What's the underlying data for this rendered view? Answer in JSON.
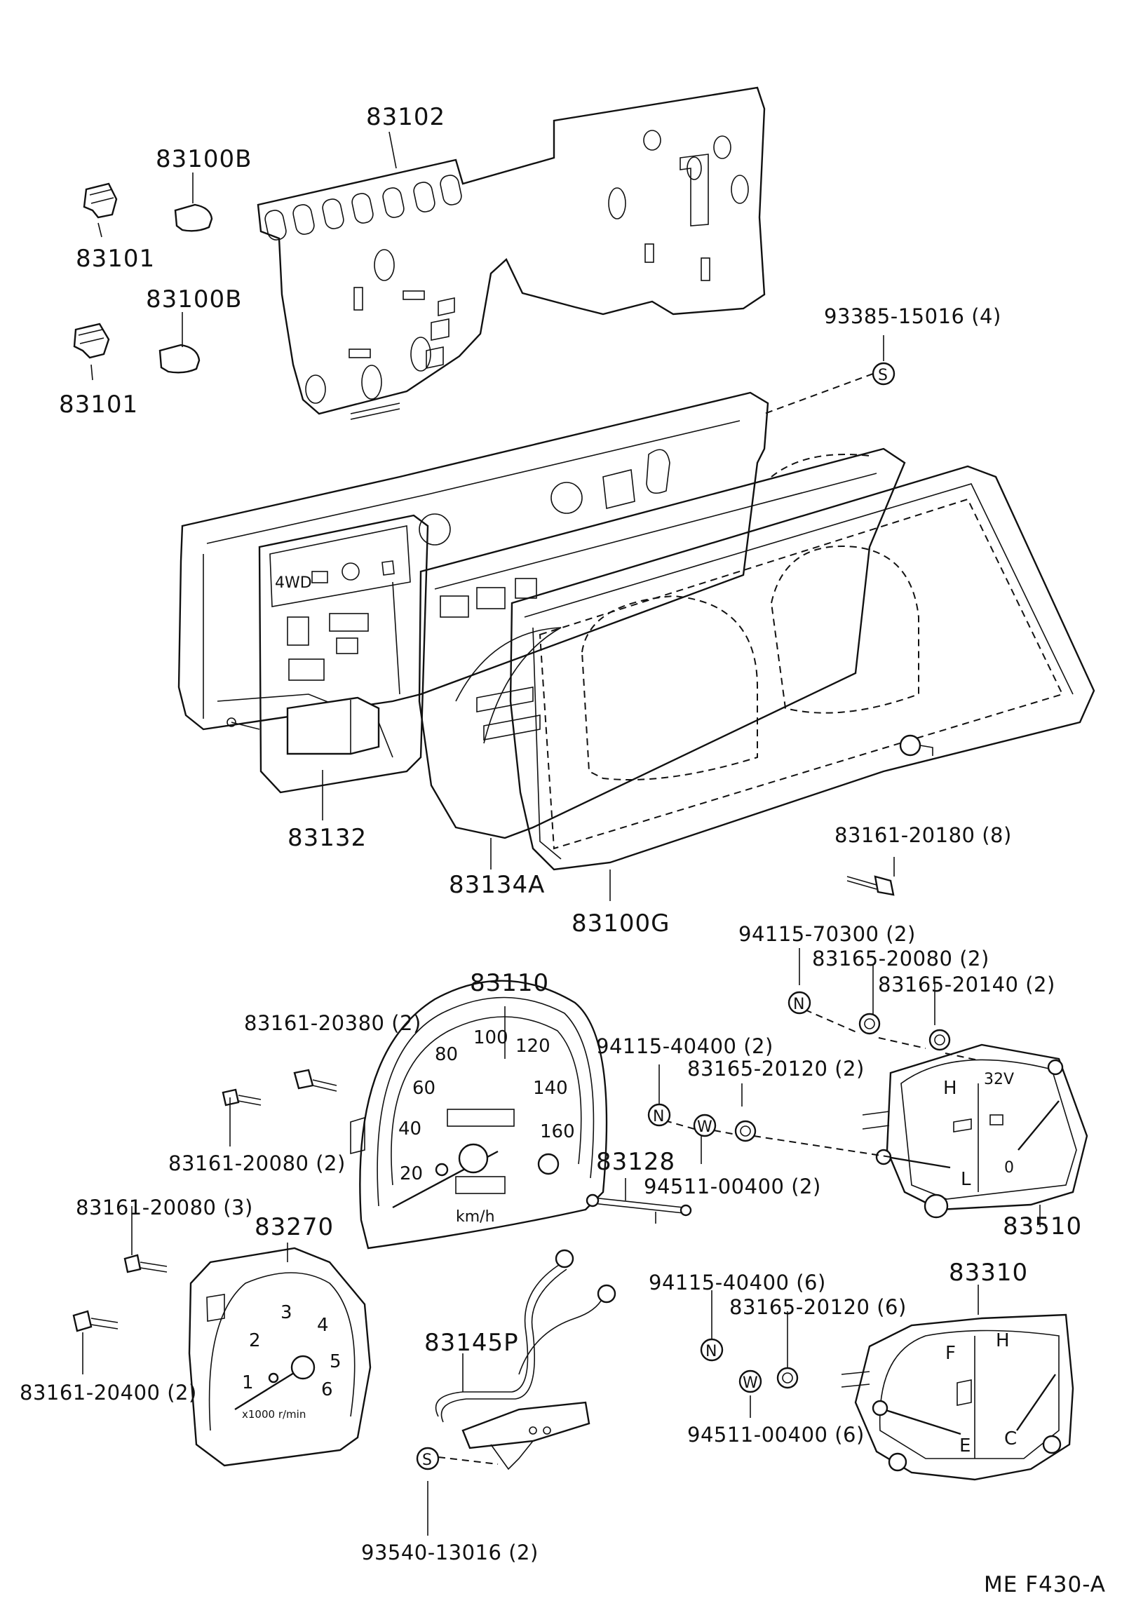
{
  "diagram": {
    "sheet_code": "ME  F430-A",
    "callouts": {
      "p83102": "83102",
      "p83100B_a": "83100B",
      "p83101_a": "83101",
      "p83100B_b": "83100B",
      "p83101_b": "83101",
      "p93385": "93385-15016 (4)",
      "p83132": "83132",
      "p83134A": "83134A",
      "p83100G": "83100G",
      "p83161_20180": "83161-20180 (8)",
      "p94115_70300": "94115-70300 (2)",
      "p83165_20080": "83165-20080 (2)",
      "p83165_20140": "83165-20140 (2)",
      "p83110": "83110",
      "p83161_20380": "83161-20380 (2)",
      "p94115_40400_2": "94115-40400 (2)",
      "p83165_20120_2": "83165-20120 (2)",
      "p83161_20080_2": "83161-20080 (2)",
      "p83128": "83128",
      "p94511_00400_2": "94511-00400 (2)",
      "p83510": "83510",
      "p83161_20080_3": "83161-20080 (3)",
      "p83270": "83270",
      "p83310": "83310",
      "p94115_40400_6": "94115-40400 (6)",
      "p83165_20120_6": "83165-20120 (6)",
      "p83145P": "83145P",
      "p83161_20400": "83161-20400 (2)",
      "p94511_00400_6": "94511-00400 (6)",
      "p93540": "93540-13016 (2)"
    },
    "symbols": {
      "s": "S",
      "n": "N",
      "w": "W"
    },
    "panel_text": {
      "four_wd": "4WD"
    },
    "speedometer": {
      "scale": [
        "20",
        "40",
        "60",
        "80",
        "100",
        "120",
        "140",
        "160"
      ],
      "unit": "km/h"
    },
    "tachometer": {
      "scale": [
        "1",
        "2",
        "3",
        "4",
        "5",
        "6"
      ],
      "unit": "x1000 r/min"
    },
    "temp_gauge": {
      "high": "H",
      "low": "L",
      "volt": "32V",
      "zero": "0"
    },
    "fuel_gauge": {
      "full": "F",
      "empty": "E",
      "hot": "H",
      "cold": "C"
    }
  }
}
